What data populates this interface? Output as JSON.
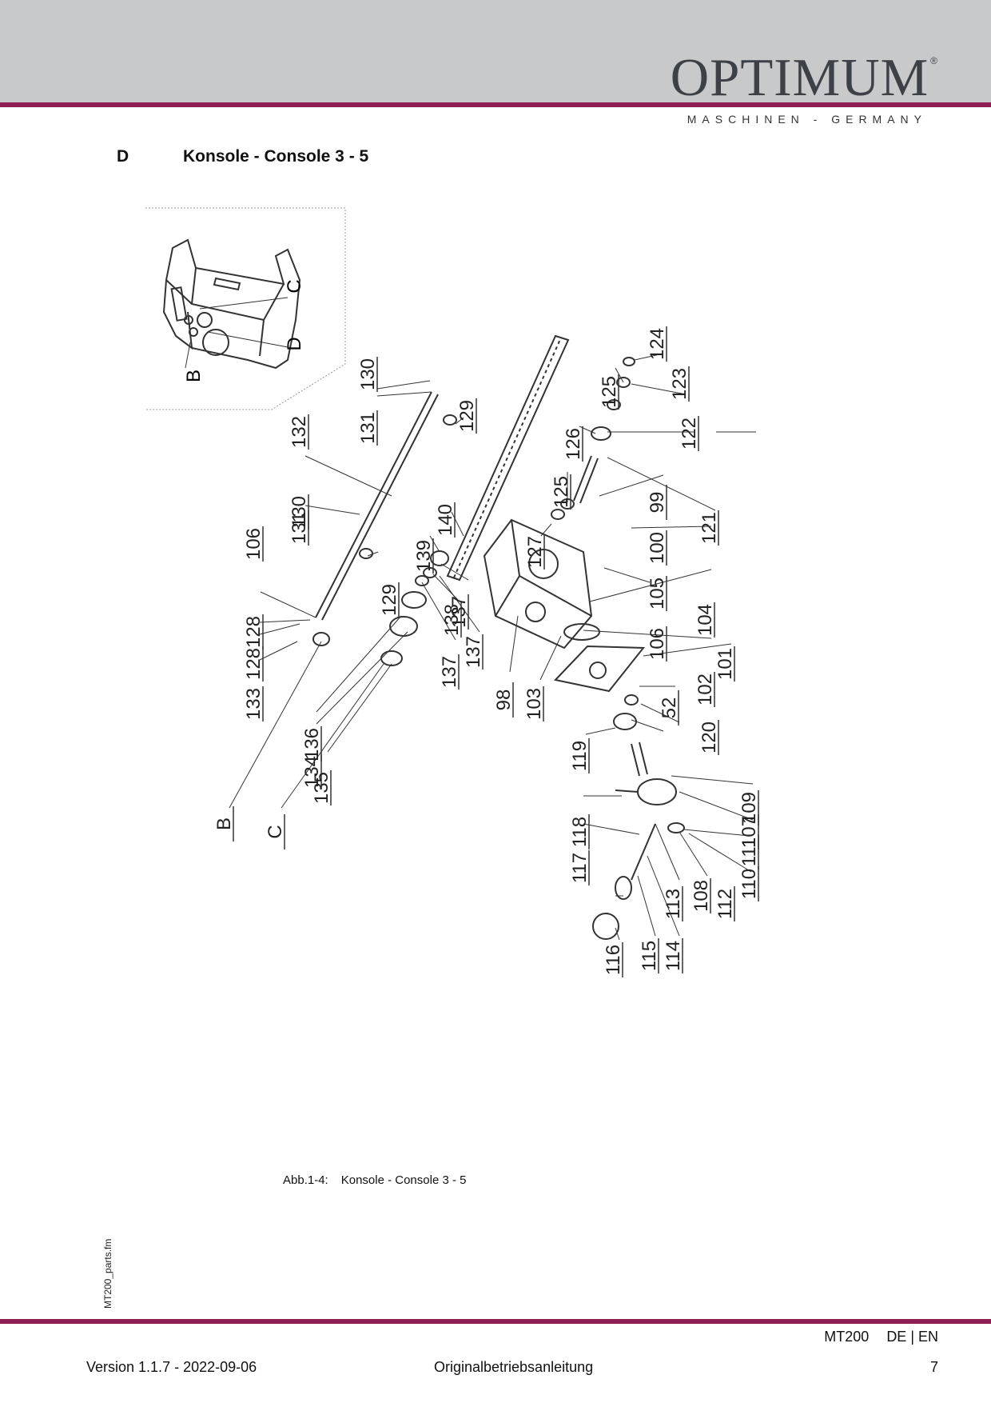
{
  "header": {
    "brand": "OPTIMUM",
    "brand_mark": "®",
    "tagline": "MASCHINEN - GERMANY",
    "accent_color": "#8d1d52",
    "band_color": "#c8c9cb"
  },
  "section": {
    "letter": "D",
    "title": "Konsole - Console 3 - 5"
  },
  "overview_labels": [
    "C",
    "D",
    "B"
  ],
  "part_labels": [
    "130",
    "131",
    "129",
    "132",
    "130",
    "131",
    "106",
    "128",
    "128",
    "133",
    "129",
    "140",
    "139",
    "137",
    "138",
    "137",
    "137",
    "136",
    "134",
    "135",
    "98",
    "103",
    "127",
    "125",
    "126",
    "125",
    "124",
    "123",
    "122",
    "121",
    "99",
    "100",
    "105",
    "106",
    "104",
    "101",
    "102",
    "52",
    "120",
    "119",
    "118",
    "109",
    "107",
    "111",
    "108",
    "112",
    "110",
    "113",
    "117",
    "114",
    "115",
    "116",
    "B",
    "C"
  ],
  "caption": {
    "number": "Abb.1-4:",
    "text": "Konsole - Console 3 - 5"
  },
  "side_file": "MT200_parts.fm",
  "footer": {
    "model": "MT200",
    "langs": "DE | EN",
    "version": "Version 1.1.7 - 2022-09-06",
    "manual": "Originalbetriebsanleitung",
    "page": "7"
  }
}
